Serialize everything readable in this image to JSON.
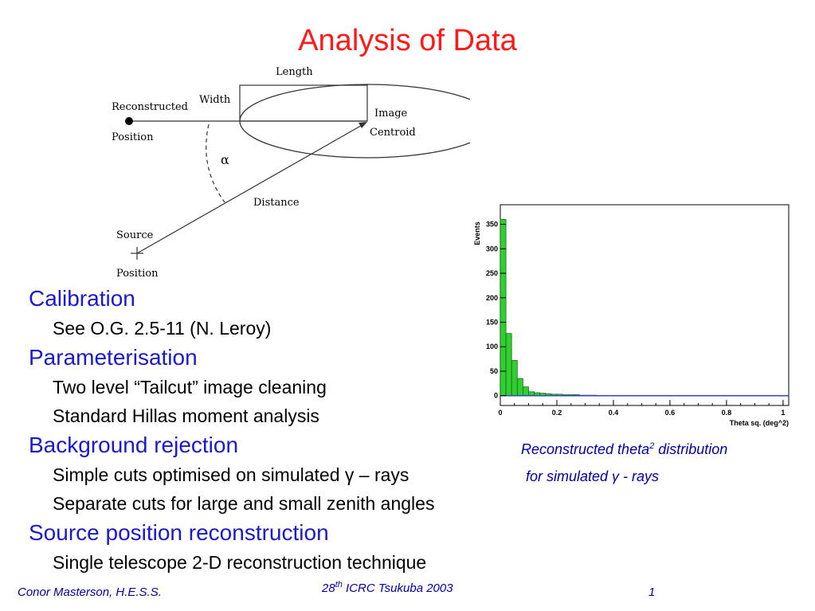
{
  "slide": {
    "title": "Analysis of Data"
  },
  "diagram": {
    "length": "Length",
    "width": "Width",
    "reconstructed": "Reconstructed",
    "position1": "Position",
    "image": "Image",
    "centroid": "Centroid",
    "alpha": "α",
    "distance": "Distance",
    "source": "Source",
    "position2": "Position"
  },
  "bullets": [
    {
      "level": 1,
      "text": "Calibration"
    },
    {
      "level": 2,
      "text": "See O.G. 2.5-11 (N. Leroy)"
    },
    {
      "level": 1,
      "text": "Parameterisation"
    },
    {
      "level": 2,
      "text": "Two level “Tailcut” image cleaning"
    },
    {
      "level": 2,
      "text": "Standard Hillas moment analysis"
    },
    {
      "level": 1,
      "text": "Background rejection"
    },
    {
      "level": 2,
      "text": "Simple cuts optimised on simulated γ – rays"
    },
    {
      "level": 2,
      "text": "Separate cuts for large and small zenith angles"
    },
    {
      "level": 1,
      "text": "Source position reconstruction"
    },
    {
      "level": 2,
      "text": "Single telescope 2-D reconstruction technique"
    }
  ],
  "caption": {
    "line1_pre": "Reconstructed theta",
    "line1_sup": "2",
    "line1_post": " distribution",
    "line2": "for simulated γ - rays"
  },
  "footer": {
    "author": "Conor Masterson, H.E.S.S.",
    "conf_pre": "28",
    "conf_sup": "th",
    "conf_post": " ICRC Tsukuba 2003",
    "page": "1"
  },
  "colors": {
    "title": "#ff1a1a",
    "heading": "#1a1acc",
    "caption": "#0000aa",
    "histogram_fill": "#33cc33",
    "histogram_line": "#3344cc"
  },
  "chart_data": {
    "type": "bar",
    "title": "",
    "xlabel": "Theta sq. (deg^2)",
    "ylabel": "Events",
    "xlim": [
      0,
      1.02
    ],
    "ylim": [
      -20,
      390
    ],
    "xticks": [
      "0",
      "0.2",
      "0.4",
      "0.6",
      "0.8",
      "1"
    ],
    "yticks": [
      "0",
      "50",
      "100",
      "150",
      "200",
      "250",
      "300",
      "350"
    ],
    "bin_width": 0.02,
    "x": [
      0,
      0.02,
      0.04,
      0.06,
      0.08,
      0.1,
      0.12,
      0.14,
      0.16,
      0.18,
      0.2,
      0.22,
      0.24,
      0.26,
      0.28,
      0.3,
      0.32
    ],
    "values": [
      360,
      127,
      72,
      35,
      18,
      8,
      6,
      5,
      4,
      3,
      3,
      2,
      2,
      2,
      1,
      1,
      1
    ],
    "baseline_series": {
      "name": "",
      "description_level": 0
    }
  }
}
